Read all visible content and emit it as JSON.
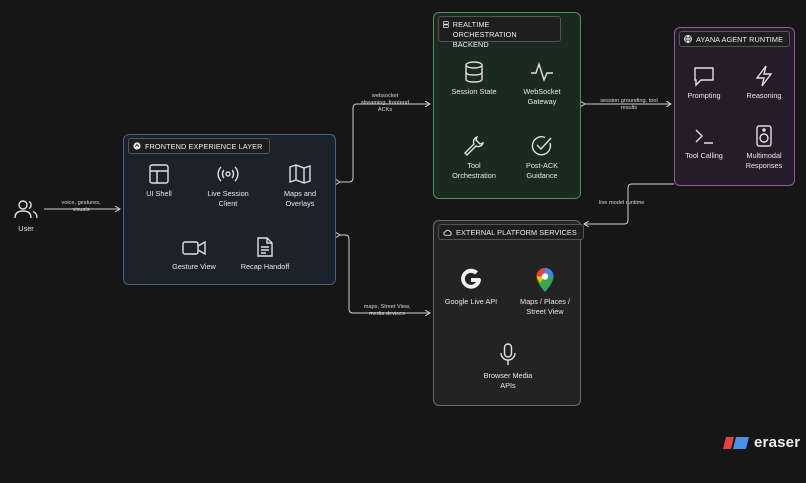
{
  "user": {
    "label": "User"
  },
  "groups": {
    "frontend": {
      "title": "FRONTEND EXPERIENCE LAYER",
      "nodes": [
        "UI Shell",
        "Live Session Client",
        "Maps and Overlays",
        "Gesture View",
        "Recap Handoff"
      ]
    },
    "backend": {
      "title": "REALTIME ORCHESTRATION BACKEND",
      "nodes": [
        "Session State",
        "WebSocket Gateway",
        "Tool Orchestration",
        "Post-ACK Guidance"
      ]
    },
    "ayana": {
      "title": "AYANA AGENT RUNTIME",
      "nodes": [
        "Prompting",
        "Reasoning",
        "Tool Calling",
        "Multimodal Responses"
      ]
    },
    "external": {
      "title": "EXTERNAL PLATFORM SERVICES",
      "nodes": [
        "Google Live API",
        "Maps / Places / Street View",
        "Browser Media APIs"
      ]
    }
  },
  "edges": {
    "user_frontend": "voice, gestures, visuals",
    "frontend_backend": "websocket streaming, frontend ACKs",
    "backend_ayana": "session grounding, tool results",
    "ayana_external": "live model runtime",
    "frontend_external": "maps, Street View, media devices"
  },
  "brand": {
    "name": "eraser"
  },
  "colors": {
    "frontend": "#4a6488",
    "backend": "#4c8f5c",
    "ayana": "#8e5a97",
    "external": "#6a6a6a"
  }
}
